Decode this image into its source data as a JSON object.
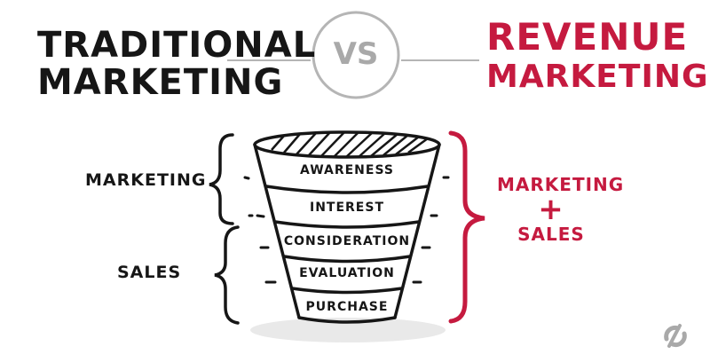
{
  "title_left": {
    "line1": "TRADITIONAL",
    "line2": "MARKETING"
  },
  "vs": "VS",
  "title_right": {
    "line1": "REVENUE",
    "line2": "MARKETING"
  },
  "left_labels": {
    "marketing": "MARKETING",
    "sales": "SALES"
  },
  "funnel": {
    "stages": [
      "AWARENESS",
      "INTEREST",
      "CONSIDERATION",
      "EVALUATION",
      "PURCHASE"
    ]
  },
  "right_label": {
    "line1": "MARKETING",
    "plus": "+",
    "line2": "SALES"
  },
  "colors": {
    "dark": "#161616",
    "accent": "#c51a3f",
    "gray": "#a9a9a9"
  },
  "icons": {
    "brand": "refresh-logo-icon"
  }
}
